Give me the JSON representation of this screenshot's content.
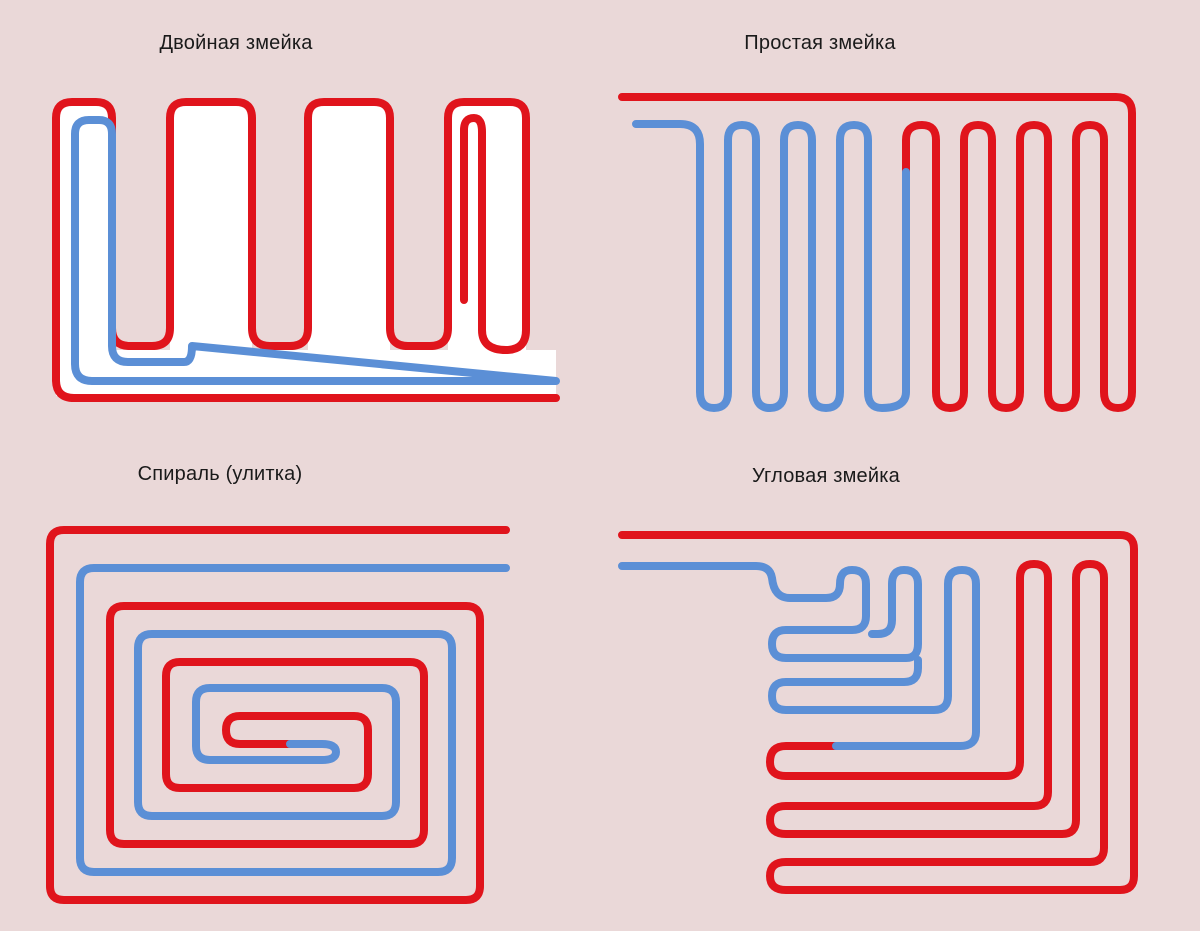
{
  "panels": [
    {
      "id": "double-snake",
      "title": "Двойная змейка"
    },
    {
      "id": "simple-snake",
      "title": "Простая змейка"
    },
    {
      "id": "spiral",
      "title": "Спираль (улитка)"
    },
    {
      "id": "corner-snake",
      "title": "Угловая змейка"
    }
  ],
  "colors": {
    "background": "#ead8d8",
    "supply_pipe": "#e0141c",
    "return_pipe": "#5b8fd6",
    "heated_zone": "#ffffff"
  }
}
